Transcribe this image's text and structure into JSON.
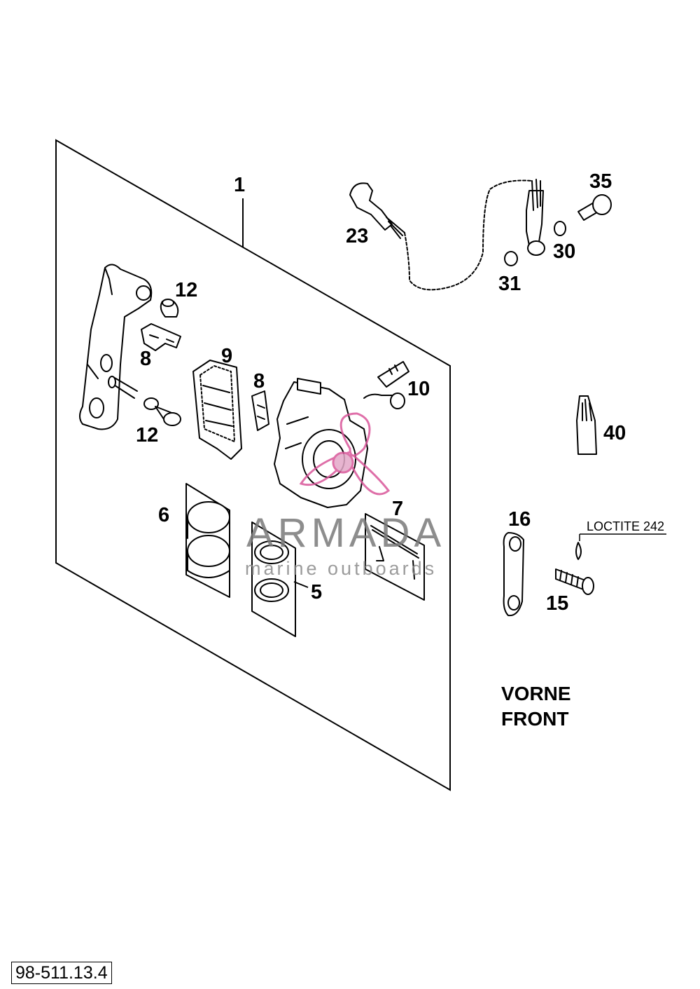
{
  "callouts": {
    "c1": "1",
    "c23": "23",
    "c35": "35",
    "c30": "30",
    "c31": "31",
    "c12a": "12",
    "c8a": "8",
    "c9": "9",
    "c8b": "8",
    "c10": "10",
    "c12b": "12",
    "c40": "40",
    "c6": "6",
    "c7": "7",
    "c5": "5",
    "c16": "16",
    "c15": "15"
  },
  "annotations": {
    "loctite": "LOCTITE 242",
    "direction_line1": "VORNE",
    "direction_line2": "FRONT"
  },
  "watermark": {
    "brand": "ARMADA",
    "tagline": "marine outboards",
    "color": "#d63384"
  },
  "reference_number": "98-511.13.4"
}
